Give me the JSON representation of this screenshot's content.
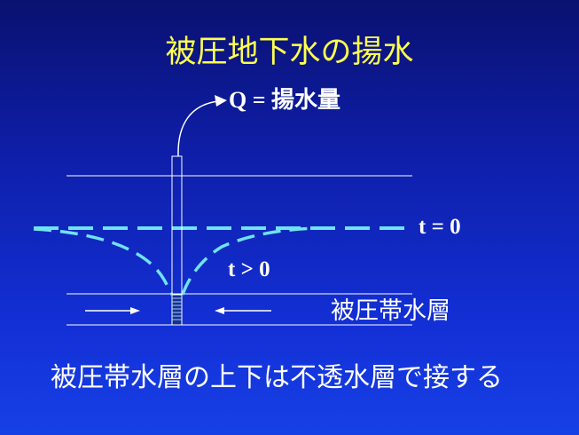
{
  "slide": {
    "title": "被圧地下水の揚水",
    "caption": "被圧帯水層の上下は不透水層で接する"
  },
  "diagram": {
    "discharge_label": "Q = 揚水量",
    "label_t0": "t = 0",
    "label_tgt0": "t > 0",
    "aquifer_label": "被圧帯水層"
  },
  "colors": {
    "title": "#ffff4d",
    "text": "#ffffff",
    "drawdown": "#6fe3f0",
    "background_top": "#0a1170",
    "background_bottom": "#1640e6"
  }
}
